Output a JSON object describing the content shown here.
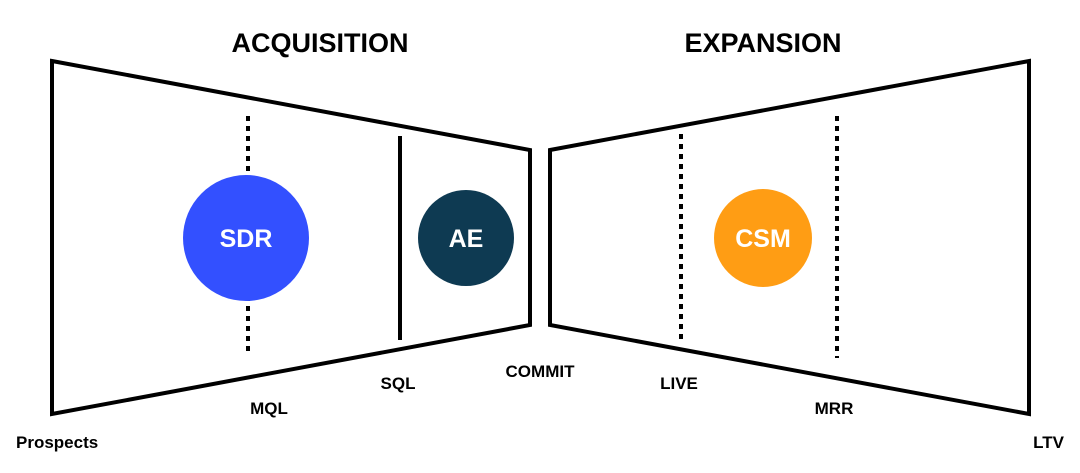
{
  "headings": {
    "acquisition": "ACQUISITION",
    "expansion": "EXPANSION"
  },
  "roles": {
    "sdr": {
      "label": "SDR",
      "color": "#3350FF"
    },
    "ae": {
      "label": "AE",
      "color": "#0E3A52"
    },
    "csm": {
      "label": "CSM",
      "color": "#FF9D14"
    }
  },
  "stages": {
    "prospects": "Prospects",
    "mql": "MQL",
    "sql": "SQL",
    "commit": "COMMIT",
    "live": "LIVE",
    "mrr": "MRR",
    "ltv": "LTV"
  },
  "colors": {
    "outline": "#000000",
    "background": "#FFFFFF"
  }
}
